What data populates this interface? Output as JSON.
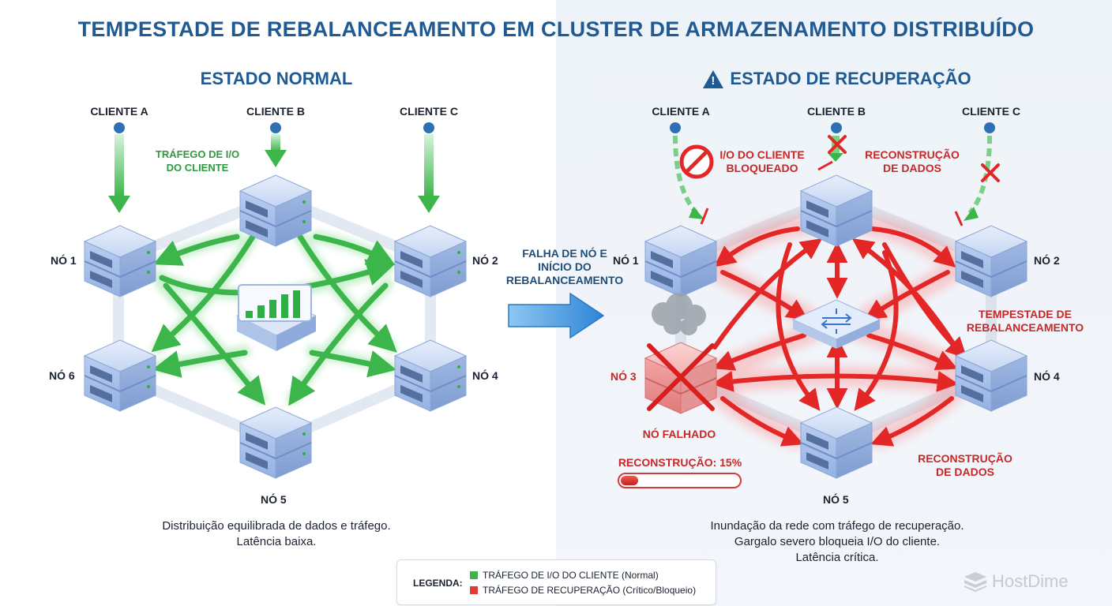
{
  "title": "TEMPESTADE DE REBALANCEAMENTO EM CLUSTER DE ARMAZENAMENTO DISTRIBUÍDO",
  "left_panel": {
    "title": "ESTADO NORMAL",
    "clients": [
      "CLIENTE A",
      "CLIENTE B",
      "CLIENTE C"
    ],
    "io_label": "TRÁFEGO DE I/O DO CLIENTE",
    "nodes": {
      "n1": "NÓ 1",
      "n2": "NÓ 2",
      "n4": "NÓ 4",
      "n5": "NÓ 5",
      "n6": "NÓ 6"
    },
    "caption_line1": "Distribuição equilibrada de dados e tráfego.",
    "caption_line2": "Latência baixa."
  },
  "transition_label": "FALHA DE NÓ E INÍCIO DO REBALANCEAMENTO",
  "right_panel": {
    "title": "ESTADO DE RECUPERAÇÃO",
    "warning_icon": "warning-triangle-icon",
    "clients": [
      "CLIENTE A",
      "CLIENTE B",
      "CLIENTE C"
    ],
    "blocked_label": "I/O DO CLIENTE BLOQUEADO",
    "rebuild_label_top": "RECONSTRUÇÃO DE DADOS",
    "storm_label": "TEMPESTADE DE REBALANCEAMENTO",
    "rebuild_label_bottom": "RECONSTRUÇÃO DE DADOS",
    "failed_label": "NÓ FALHADO",
    "nodes": {
      "n1": "NÓ 1",
      "n2": "NÓ 2",
      "n3": "NÓ 3",
      "n4": "NÓ 4",
      "n5": "NÓ 5"
    },
    "progress_label": "RECONSTRUÇÃO: 15%",
    "progress_value": 0.15,
    "caption_line1": "Inundação da rede com tráfego de recuperação.",
    "caption_line2": "Gargalo severo bloqueia I/O do cliente.",
    "caption_line3": "Latência crítica."
  },
  "legend": {
    "title": "LEGENDA:",
    "normal": "TRÁFEGO DE I/O DO CLIENTE (Normal)",
    "critical": "TRÁFEGO DE RECUPERAÇÃO (Crítico/Bloqueio)",
    "normal_color": "#3cb54a",
    "critical_color": "#e53935"
  },
  "brand": "HostDime",
  "colors": {
    "title": "#1f5a92",
    "green": "#3cb54a",
    "red": "#e53935",
    "server": "#a9c2e8"
  }
}
